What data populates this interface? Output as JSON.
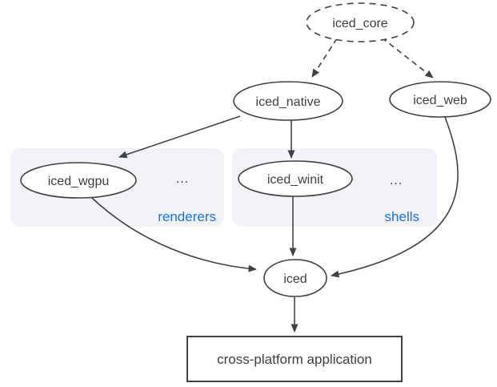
{
  "colors": {
    "background": "#ffffff",
    "node_fill": "#ffffff",
    "node_stroke": "#3f4245",
    "text": "#3c4043",
    "group_background": "#f1f3f6",
    "group_label_blue": "#1a73e8"
  },
  "nodes": {
    "iced_core": {
      "label": "iced_core",
      "shape": "ellipse",
      "border": "dashed"
    },
    "iced_native": {
      "label": "iced_native",
      "shape": "ellipse",
      "border": "solid"
    },
    "iced_web": {
      "label": "iced_web",
      "shape": "ellipse",
      "border": "solid"
    },
    "iced_wgpu": {
      "label": "iced_wgpu",
      "shape": "ellipse",
      "border": "solid"
    },
    "iced_winit": {
      "label": "iced_winit",
      "shape": "ellipse",
      "border": "solid"
    },
    "iced": {
      "label": "iced",
      "shape": "ellipse",
      "border": "solid"
    },
    "app": {
      "label": "cross-platform application",
      "shape": "rectangle",
      "border": "solid"
    }
  },
  "groups": {
    "renderers": {
      "label": "renderers",
      "ellipsis": "...",
      "contains": [
        "iced_wgpu"
      ]
    },
    "shells": {
      "label": "shells",
      "ellipsis": "...",
      "contains": [
        "iced_winit"
      ]
    }
  },
  "edges": [
    {
      "from": "iced_core",
      "to": "iced_native",
      "style": "dashed",
      "arrow": true
    },
    {
      "from": "iced_core",
      "to": "iced_web",
      "style": "dashed",
      "arrow": true
    },
    {
      "from": "iced_native",
      "to": "iced_wgpu",
      "style": "solid",
      "arrow": true
    },
    {
      "from": "iced_native",
      "to": "iced_winit",
      "style": "solid",
      "arrow": true
    },
    {
      "from": "iced_wgpu",
      "to": "iced",
      "style": "solid",
      "arrow": true
    },
    {
      "from": "iced_winit",
      "to": "iced",
      "style": "solid",
      "arrow": true
    },
    {
      "from": "iced_web",
      "to": "iced",
      "style": "solid",
      "arrow": true
    },
    {
      "from": "iced",
      "to": "app",
      "style": "solid",
      "arrow": true
    }
  ]
}
